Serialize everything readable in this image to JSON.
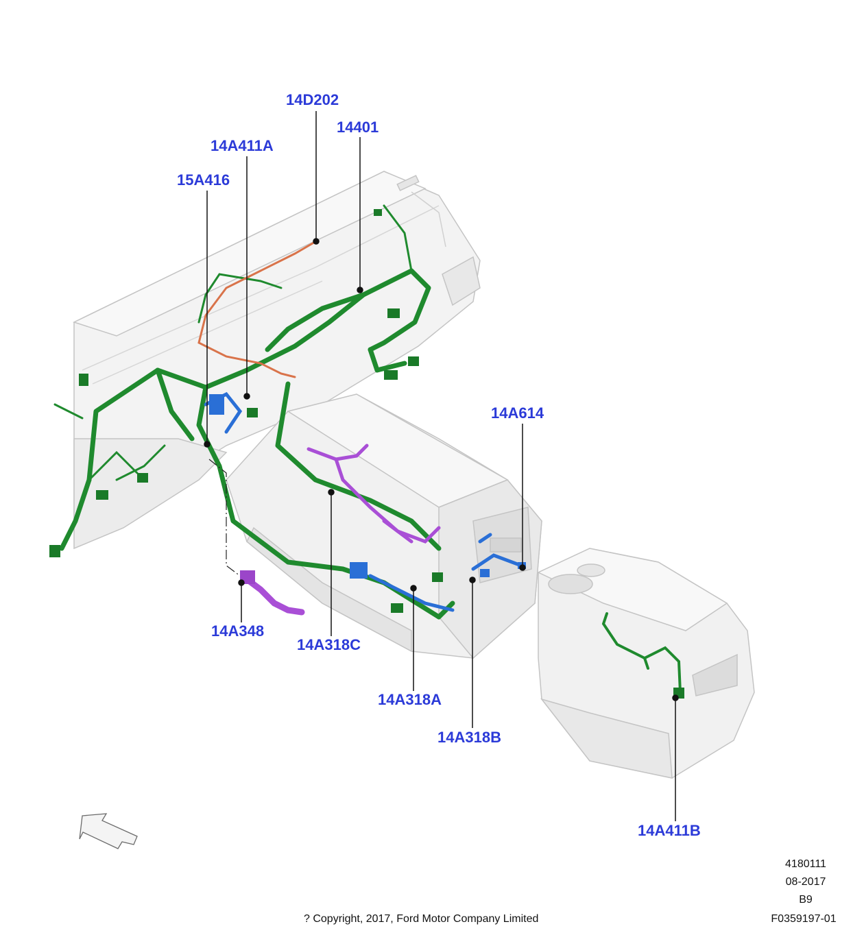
{
  "callouts": {
    "c14D202": "14D202",
    "c14401": "14401",
    "c14A411A": "14A411A",
    "c15A416": "15A416",
    "c14A614": "14A614",
    "c14A348": "14A348",
    "c14A318C": "14A318C",
    "c14A318A": "14A318A",
    "c14A318B": "14A318B",
    "c14A411B": "14A411B"
  },
  "footer": {
    "ref_number": "4180111",
    "date": "08-2017",
    "code": "B9",
    "copyright": "? Copyright, 2017, Ford Motor Company Limited",
    "figure_id": "F0359197-01"
  },
  "colors": {
    "callout_text": "#2b3ad8",
    "harness_main": "#1f8a2e",
    "harness_purple": "#a94fd6",
    "harness_blue": "#2a6fd6",
    "harness_orange": "#d9734a",
    "body_fill": "#f2f2f2",
    "body_outline": "#bdbdbd"
  },
  "icons": {
    "direction_arrow": "forward-arrow-icon"
  }
}
